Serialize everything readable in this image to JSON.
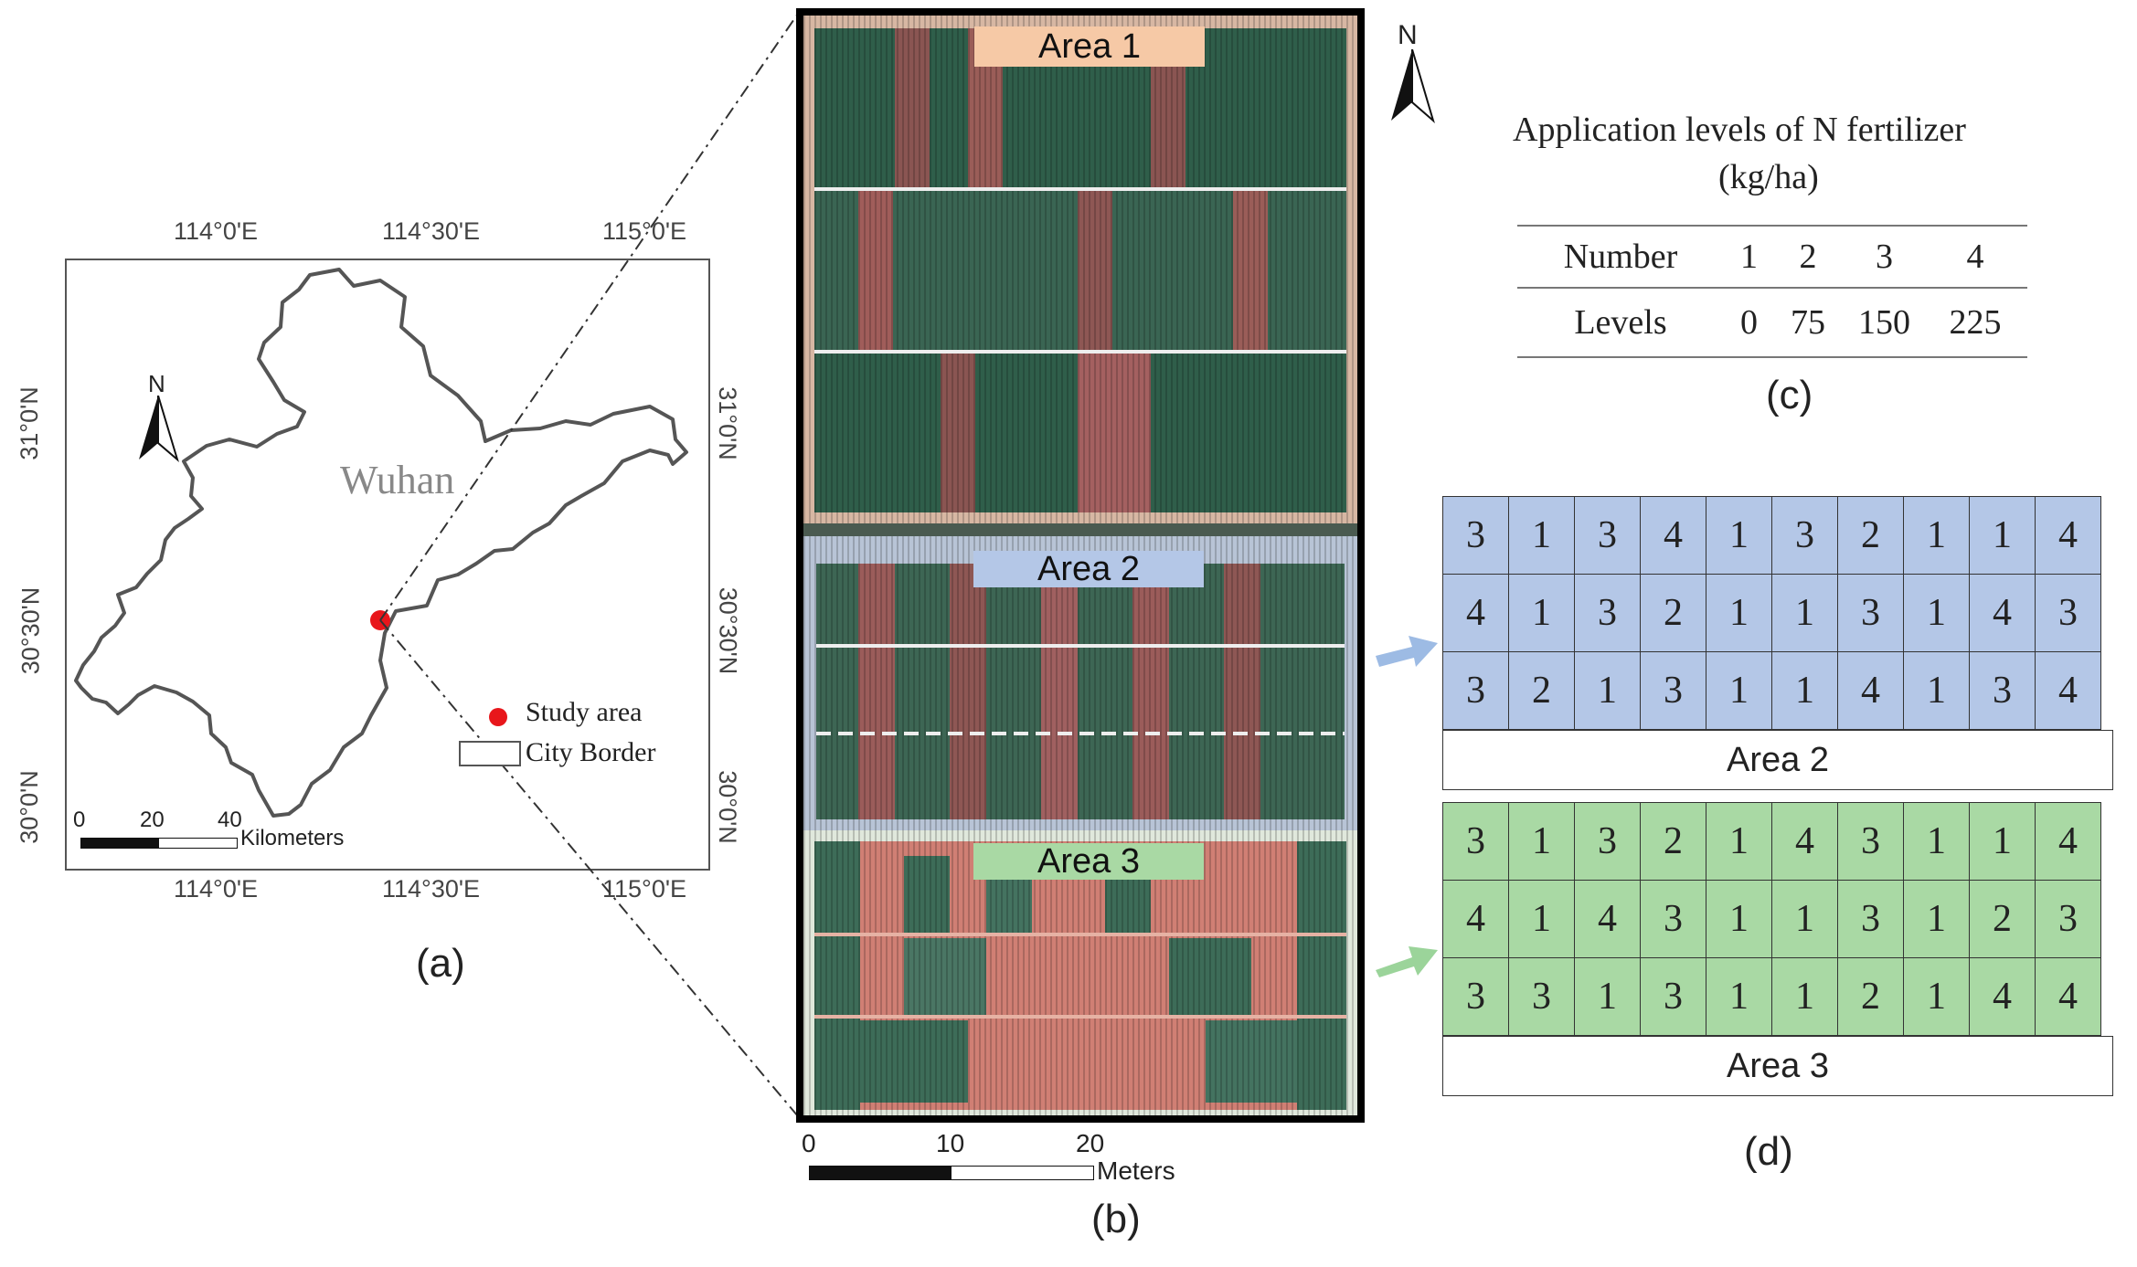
{
  "panel_a": {
    "coords_top": [
      "114°0'E",
      "114°30'E",
      "115°0'E"
    ],
    "coords_bottom": [
      "114°0'E",
      "114°30'E",
      "115°0'E"
    ],
    "coords_left": [
      "31°0'N",
      "30°30'N",
      "30°0'N"
    ],
    "coords_right": [
      "31°0'N",
      "30°30'N",
      "30°0'N"
    ],
    "north": "N",
    "city": "Wuhan",
    "legend_study": "Study area",
    "legend_border": "City Border",
    "scale_ticks": [
      "0",
      "20",
      "40"
    ],
    "scale_unit": "Kilometers",
    "caption": "(a)",
    "colors": {
      "study_point": "#e8161b",
      "outline": "#555555"
    }
  },
  "panel_b": {
    "north": "N",
    "areas": [
      "Area 1",
      "Area 2",
      "Area 3"
    ],
    "scale_ticks": [
      "0",
      "10",
      "20"
    ],
    "scale_unit": "Meters",
    "caption": "(b)",
    "colors": {
      "area1": "#f6c9a6",
      "area2": "#b4c7e7",
      "area3": "#a9d9a4"
    }
  },
  "panel_c": {
    "title_line1": "Application levels of N fertilizer",
    "title_line2": "(kg/ha)",
    "row_labels": [
      "Number",
      "Levels"
    ],
    "numbers": [
      "1",
      "2",
      "3",
      "4"
    ],
    "levels": [
      "0",
      "75",
      "150",
      "225"
    ],
    "caption": "(c)"
  },
  "panel_d": {
    "area2": {
      "label": "Area 2",
      "rows": [
        [
          "3",
          "1",
          "3",
          "4",
          "1",
          "3",
          "2",
          "1",
          "1",
          "4"
        ],
        [
          "4",
          "1",
          "3",
          "2",
          "1",
          "1",
          "3",
          "1",
          "4",
          "3"
        ],
        [
          "3",
          "2",
          "1",
          "3",
          "1",
          "1",
          "4",
          "1",
          "3",
          "4"
        ]
      ]
    },
    "area3": {
      "label": "Area 3",
      "rows": [
        [
          "3",
          "1",
          "3",
          "2",
          "1",
          "4",
          "3",
          "1",
          "1",
          "4"
        ],
        [
          "4",
          "1",
          "4",
          "3",
          "1",
          "1",
          "3",
          "1",
          "2",
          "3"
        ],
        [
          "3",
          "3",
          "1",
          "3",
          "1",
          "1",
          "2",
          "1",
          "4",
          "4"
        ]
      ]
    },
    "caption": "(d)"
  }
}
